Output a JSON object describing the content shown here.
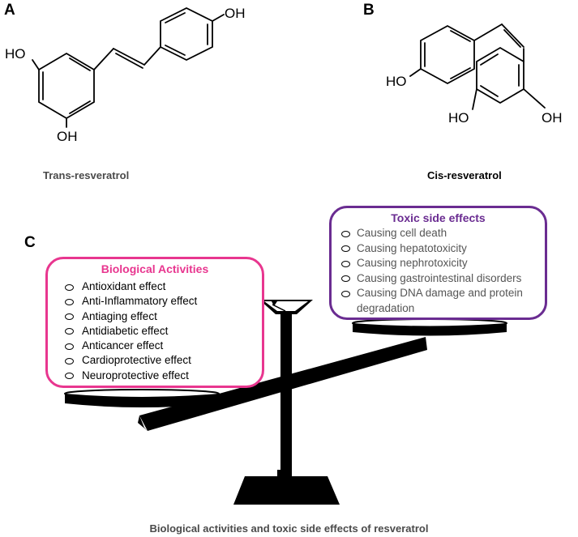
{
  "panels": {
    "a": {
      "letter": "A",
      "caption": "Trans-resveratrol",
      "labels": {
        "ho_left": "HO",
        "oh_bottom": "OH",
        "oh_top": "OH"
      }
    },
    "b": {
      "letter": "B",
      "caption": "Cis-resveratrol",
      "labels": {
        "ho_left": "HO",
        "ho_bottom": "HO",
        "oh_bottom": "OH"
      }
    },
    "c": {
      "letter": "C",
      "caption": "Biological activities and toxic side effects of resveratrol",
      "biological": {
        "title": "Biological Activities",
        "color": "#e8368f",
        "items": [
          "Antioxidant effect",
          "Anti-Inflammatory effect",
          "Antiaging effect",
          "Antidiabetic effect",
          "Anticancer effect",
          "Cardioprotective effect",
          "Neuroprotective effect"
        ]
      },
      "toxic": {
        "title": "Toxic side effects",
        "color": "#6a2c91",
        "items": [
          "Causing cell death",
          "Causing hepatotoxicity",
          "Causing nephrotoxicity",
          "Causing gastrointestinal disorders",
          "Causing DNA damage and protein degradation"
        ]
      }
    }
  }
}
